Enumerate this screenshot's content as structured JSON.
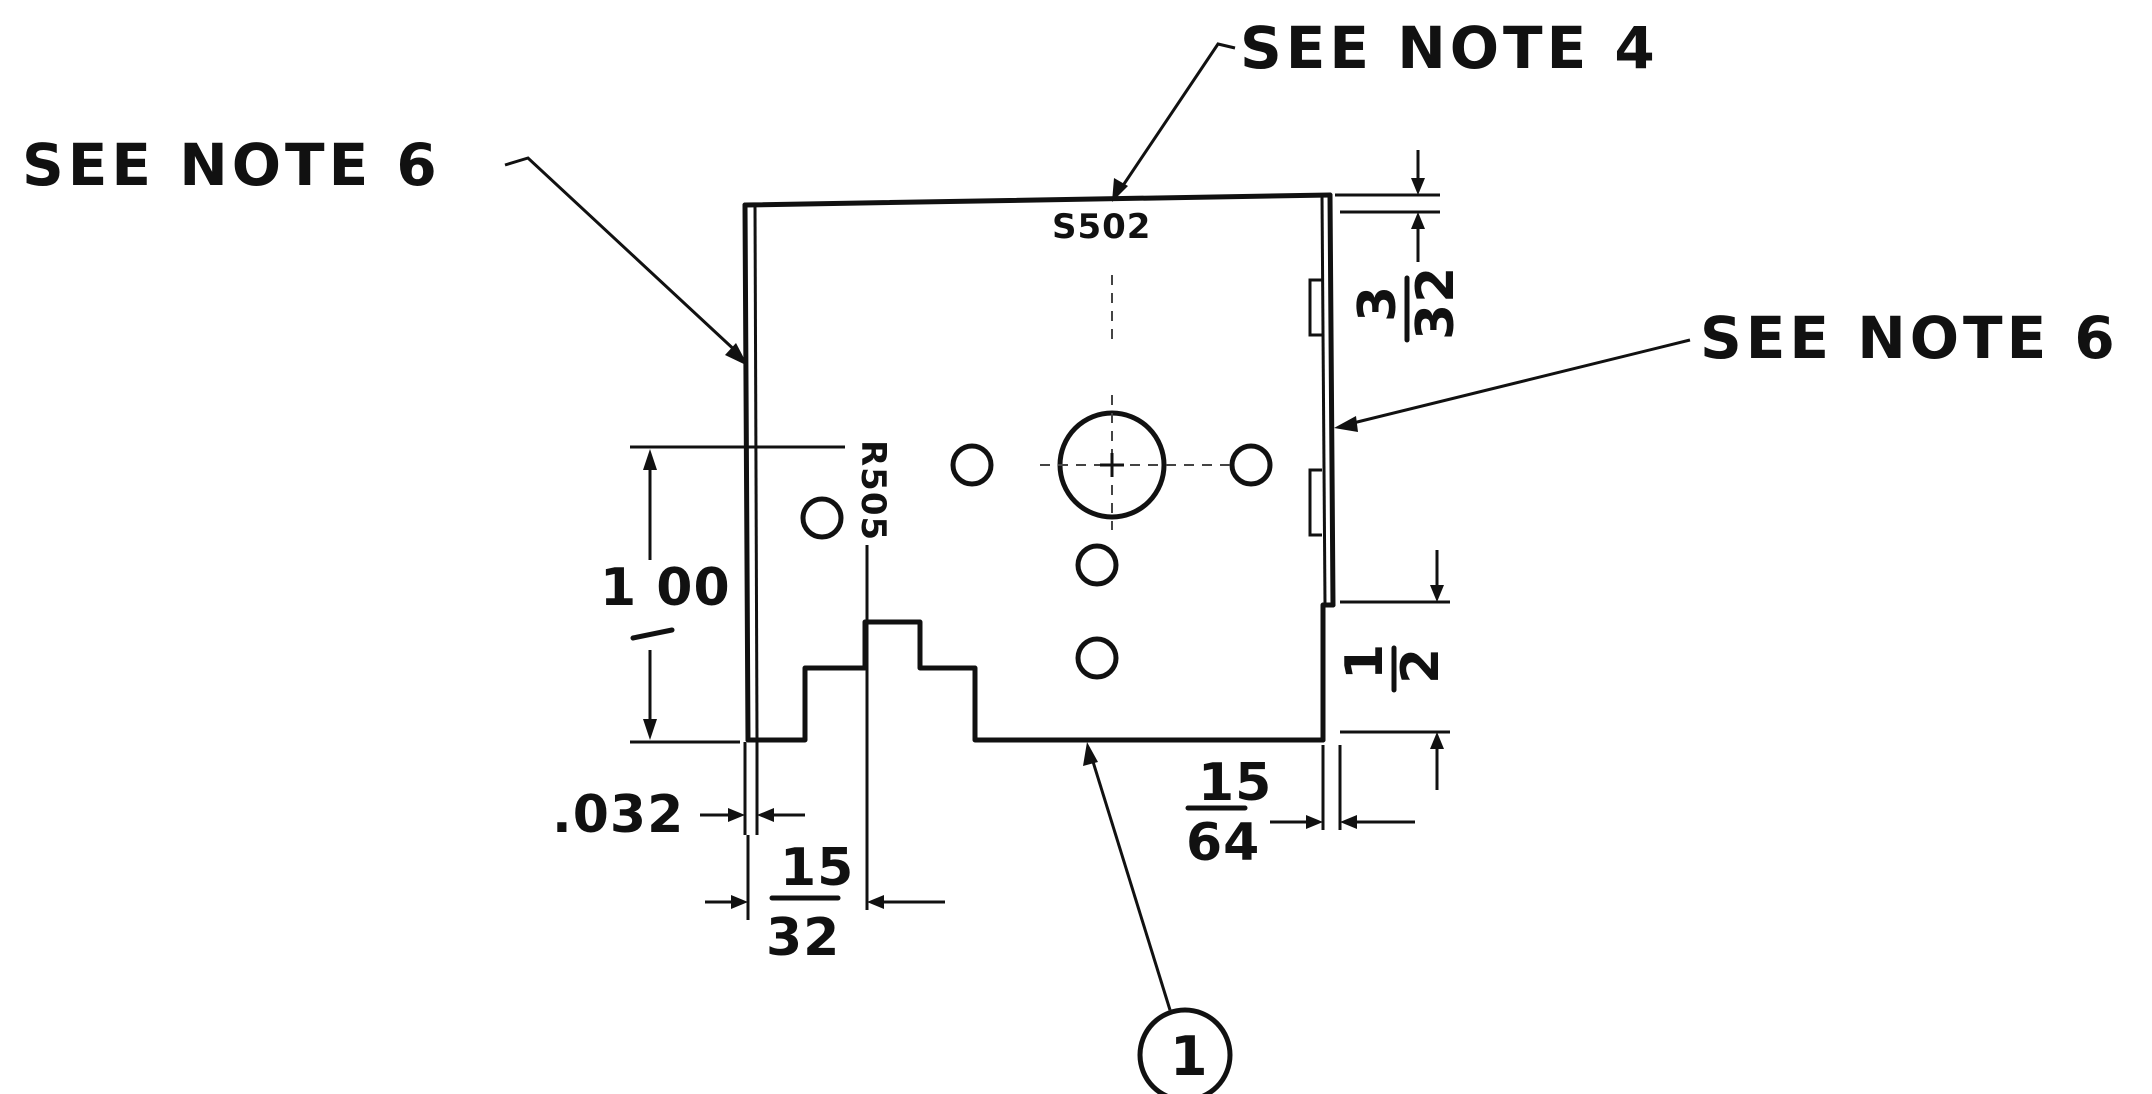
{
  "notes": {
    "note4": "SEE NOTE 4",
    "note6_left": "SEE NOTE 6",
    "note6_right": "SEE NOTE 6"
  },
  "references": {
    "s502": "S502",
    "r505": "R505"
  },
  "dimensions": {
    "top_right_num": "3",
    "top_right_den": "32",
    "left_height": "1 00",
    "right_lower_num": "1",
    "right_lower_den": "2",
    "thickness": ".032",
    "bottom_left_num": "15",
    "bottom_left_den": "32",
    "bottom_right_num": "15",
    "bottom_right_den": "64"
  },
  "balloon": {
    "item": "1"
  }
}
